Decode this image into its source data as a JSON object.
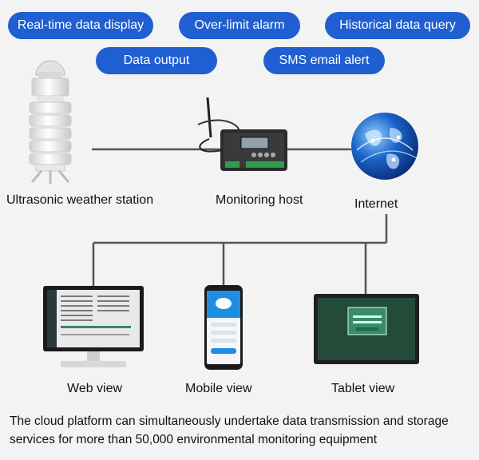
{
  "features": [
    "Real-time data display",
    "Over-limit alarm",
    "Historical data query",
    "Data output",
    "SMS email alert"
  ],
  "nodes": {
    "weather_station": "Ultrasonic weather station",
    "monitoring_host": "Monitoring host",
    "internet": "Internet",
    "web_view": "Web view",
    "mobile_view": "Mobile view",
    "tablet_view": "Tablet view"
  },
  "footer": "The cloud platform can simultaneously undertake data transmission and storage services for more than 50,000 environmental monitoring equipment",
  "colors": {
    "pill": "#1f5fd1",
    "line": "#555555",
    "globe": "#1a62c8"
  }
}
